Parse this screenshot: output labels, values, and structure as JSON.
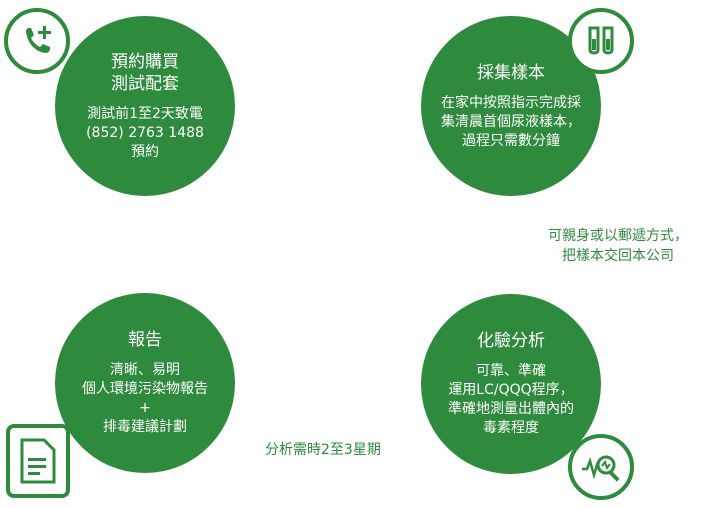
{
  "steps": [
    {
      "title_lines": [
        "預約購買",
        "測試配套"
      ],
      "body_lines": [
        "測試前1至2天致電",
        "(852) 2763 1488",
        "預約"
      ],
      "icon": "phone-plus-icon"
    },
    {
      "title_lines": [
        "採集樣本"
      ],
      "body_lines": [
        "在家中按照指示完成採",
        "集清晨首個尿液樣本，",
        "過程只需數分鐘"
      ],
      "icon": "test-tubes-icon"
    },
    {
      "title_lines": [
        "報告"
      ],
      "body_lines": [
        "清晰、易明",
        "個人環境污染物報告",
        "+",
        "排毒建議計劃"
      ],
      "icon": "document-icon"
    },
    {
      "title_lines": [
        "化驗分析"
      ],
      "body_lines": [
        "可靠、準確",
        "運用LC/QQQ程序，",
        "準確地測量出體內的",
        "毒素程度"
      ],
      "icon": "analysis-magnifier-icon"
    }
  ],
  "notes": {
    "delivery_lines": [
      "可親身或以郵遞方式，",
      "把樣本交回本公司"
    ],
    "duration": "分析需時2至3星期"
  },
  "colors": {
    "green": "#2e8b3d",
    "white": "#ffffff"
  }
}
